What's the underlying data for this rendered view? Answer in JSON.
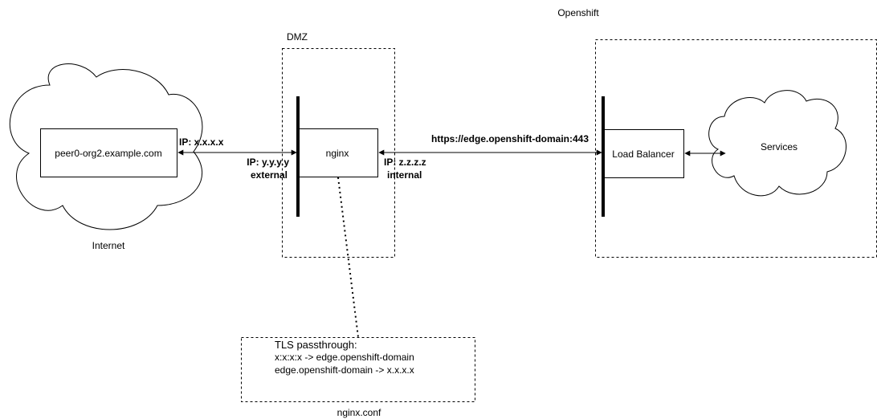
{
  "colors": {
    "stroke": "#000000",
    "background": "#ffffff"
  },
  "zones": {
    "openshift": "Openshift",
    "dmz": "DMZ",
    "internet": "Internet"
  },
  "nodes": {
    "peer": "peer0-org2.example.com",
    "nginx": "nginx",
    "load_balancer": "Load Balancer",
    "services": "Services"
  },
  "edges": {
    "peer_ip": "IP: x.x.x.x",
    "nginx_external_ip": "IP: y.y.y.y",
    "nginx_external_label": "external",
    "nginx_internal_ip": "IP: z.z.z.z",
    "nginx_internal_label": "internal",
    "edge_url": "https://edge.openshift-domain:443"
  },
  "config": {
    "title": "TLS passthrough:",
    "rule1": "x:x:x:x -> edge.openshift-domain",
    "rule2": "edge.openshift-domain -> x.x.x.x",
    "caption": "nginx.conf"
  }
}
